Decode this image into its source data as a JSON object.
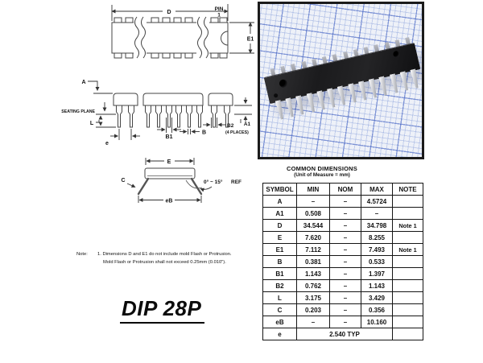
{
  "drawing": {
    "top_view": {
      "d": "D",
      "pin_line1": "PIN",
      "pin_line2": "1",
      "e1": "E1"
    },
    "side_view": {
      "a": "A",
      "seating": "SEATING PLANE",
      "l": "L",
      "e": "e",
      "b1": "B1",
      "b": "B",
      "b2": "B2",
      "places": "(4 PLACES)",
      "a1": "A1"
    },
    "end_view": {
      "e": "E",
      "c": "C",
      "angle": "0° ~ 15°",
      "ref": "REF",
      "eb": "eB"
    },
    "note_label": "Note:",
    "note_line1": "1. Dimensions D and E1 do not include mold Flash or Protrusion.",
    "note_line2": "Mold Flash or Protrusion shall not exceed 0.25mm (0.010\").",
    "package_name": "DIP 28P"
  },
  "table": {
    "title": "COMMON DIMENSIONS",
    "subtitle": "(Unit of Measure = mm)",
    "headers": [
      "SYMBOL",
      "MIN",
      "NOM",
      "MAX",
      "NOTE"
    ],
    "rows": [
      {
        "symbol": "A",
        "min": "–",
        "nom": "–",
        "max": "4.5724",
        "note": ""
      },
      {
        "symbol": "A1",
        "min": "0.508",
        "nom": "–",
        "max": "–",
        "note": ""
      },
      {
        "symbol": "D",
        "min": "34.544",
        "nom": "–",
        "max": "34.798",
        "note": "Note 1"
      },
      {
        "symbol": "E",
        "min": "7.620",
        "nom": "–",
        "max": "8.255",
        "note": ""
      },
      {
        "symbol": "E1",
        "min": "7.112",
        "nom": "–",
        "max": "7.493",
        "note": "Note 1"
      },
      {
        "symbol": "B",
        "min": "0.381",
        "nom": "–",
        "max": "0.533",
        "note": ""
      },
      {
        "symbol": "B1",
        "min": "1.143",
        "nom": "–",
        "max": "1.397",
        "note": ""
      },
      {
        "symbol": "B2",
        "min": "0.762",
        "nom": "–",
        "max": "1.143",
        "note": ""
      },
      {
        "symbol": "L",
        "min": "3.175",
        "nom": "–",
        "max": "3.429",
        "note": ""
      },
      {
        "symbol": "C",
        "min": "0.203",
        "nom": "–",
        "max": "0.356",
        "note": ""
      },
      {
        "symbol": "eB",
        "min": "–",
        "nom": "–",
        "max": "10.160",
        "note": ""
      },
      {
        "symbol": "e",
        "span": "2.540 TYP",
        "note": ""
      }
    ]
  },
  "colors": {
    "line_art": "#333333",
    "graph_paper": "#eef1f8",
    "grid_minor": "#7d96d7",
    "grid_major": "#4664c3",
    "chip_body": "#1b1b1d",
    "pin_silver": "#c3c5ca",
    "photo_border": "#1b1b1b"
  }
}
